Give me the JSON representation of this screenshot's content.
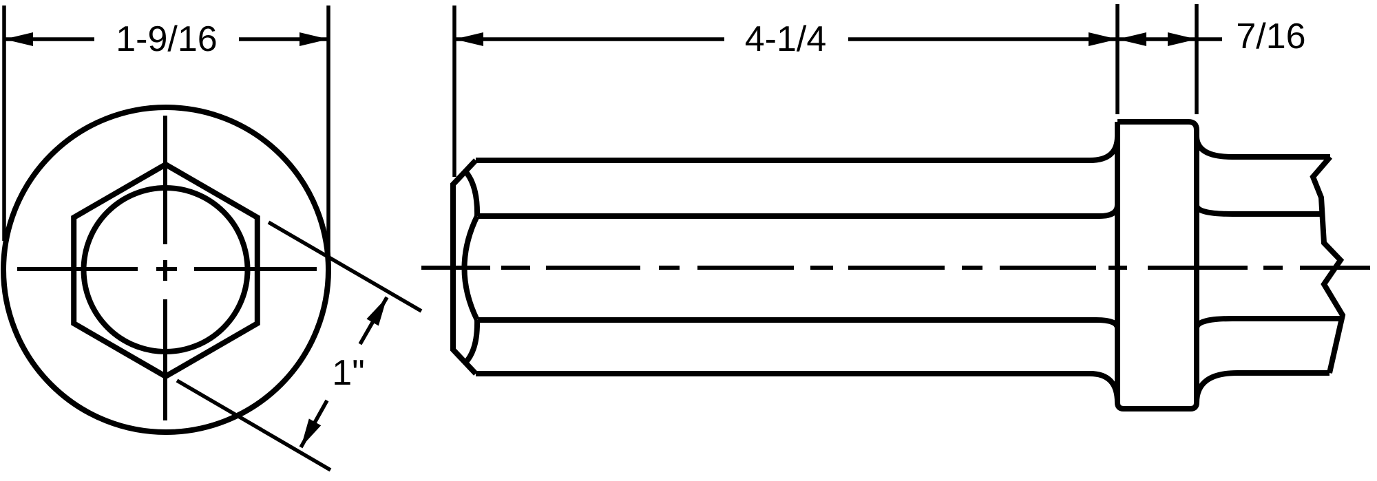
{
  "dimensions": {
    "flange_diameter": "1-9/16",
    "shaft_length": "4-1/4",
    "flange_width": "7/16",
    "hex_across_flats": "1\""
  },
  "colors": {
    "line": "#000000",
    "background": "#ffffff"
  }
}
